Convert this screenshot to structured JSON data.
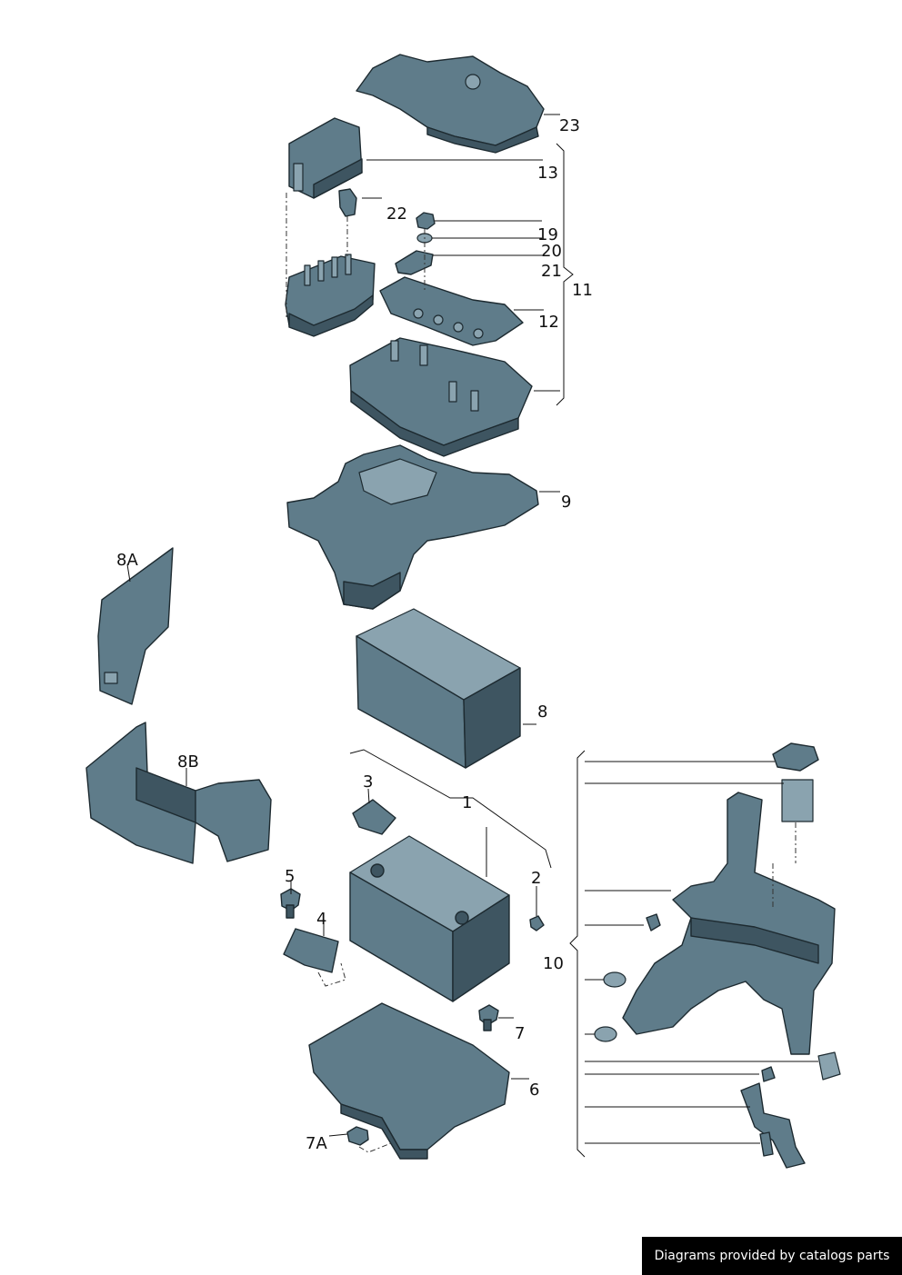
{
  "callouts": {
    "c1": "1",
    "c2": "2",
    "c3": "3",
    "c4": "4",
    "c5": "5",
    "c6": "6",
    "c7": "7",
    "c7a": "7A",
    "c8": "8",
    "c8a": "8A",
    "c8b": "8B",
    "c9": "9",
    "c10": "10",
    "c11": "11",
    "c12": "12",
    "c13": "13",
    "c19": "19",
    "c20": "20",
    "c21": "21",
    "c22": "22",
    "c23": "23"
  },
  "credit": "Diagrams provided by catalogs parts",
  "colors": {
    "part": "#5f7c8a",
    "outline": "#1d2a30"
  }
}
